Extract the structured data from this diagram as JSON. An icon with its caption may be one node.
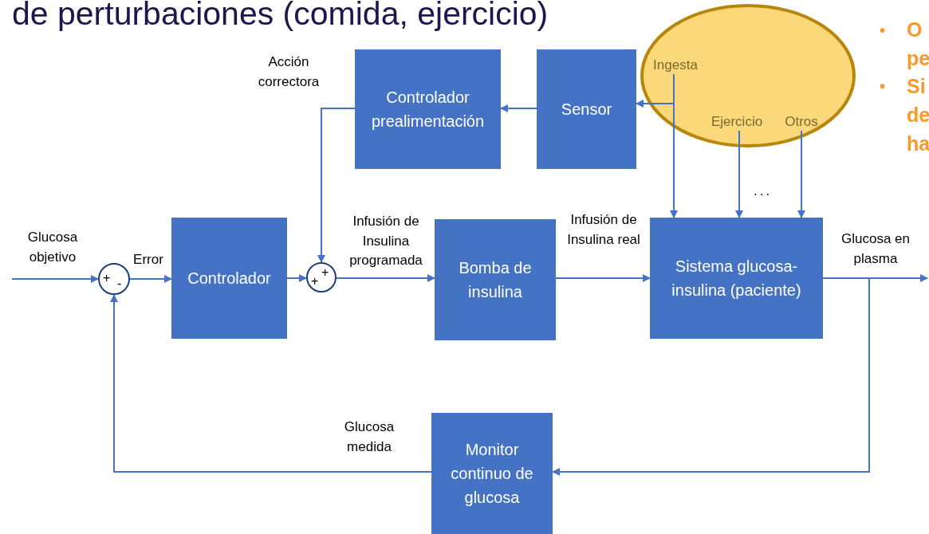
{
  "diagram": {
    "title": "de perturbaciones (comida, ejercicio)",
    "nodes": [
      {
        "text": [
          "Controlador prealimentación"
        ]
      },
      {
        "text": [
          "Sensor"
        ]
      },
      {
        "text": [],
        "shape": "ellipse"
      },
      {
        "text": [
          "Ingesta"
        ],
        "in": 2
      },
      {
        "text": [
          "Ejercicio"
        ],
        "in": 2
      },
      {
        "text": [
          "Otros"
        ],
        "in": 2
      },
      {
        "text": [
          "+",
          "-"
        ]
      },
      {
        "text": [
          "Controlador"
        ]
      },
      {
        "text": [
          "+",
          "+"
        ]
      },
      {
        "text": [
          "Bomba de insulina"
        ]
      },
      {
        "text": [
          "Sistema glucosa-insulina (paciente)"
        ]
      },
      {
        "text": [
          "Monitor continuo de glucosa"
        ]
      }
    ],
    "edges": [
      {
        "from": null,
        "to": 6,
        "arrow": "to",
        "label": "Glucosa objetivo"
      },
      {
        "from": 6,
        "to": 7,
        "arrow": "to",
        "label": "Error"
      },
      {
        "from": 7,
        "to": 8,
        "arrow": "to"
      },
      {
        "from": 8,
        "to": 9,
        "arrow": "to",
        "label": "Infusión de Insulina programada"
      },
      {
        "from": 9,
        "to": 10,
        "arrow": "to",
        "label": "Infusión de Insulina real"
      },
      {
        "from": 10,
        "to": null,
        "arrow": "to",
        "label": "Glucosa en plasma"
      },
      {
        "from": 10,
        "to": 11,
        "arrow": "to"
      },
      {
        "from": 11,
        "to": 6,
        "arrow": "to",
        "label": "Glucosa medida"
      },
      {
        "from": 3,
        "to": 1,
        "arrow": "to"
      },
      {
        "from": 3,
        "to": 10,
        "arrow": "to"
      },
      {
        "from": 4,
        "to": 10,
        "arrow": "to"
      },
      {
        "from": 5,
        "to": 10,
        "arrow": "to"
      },
      {
        "from": 1,
        "to": 0,
        "arrow": "to"
      },
      {
        "from": 0,
        "to": 8,
        "arrow": "to",
        "label": "Acción correctora"
      }
    ],
    "labels": [
      "...",
      "•",
      "O",
      "pe",
      "•",
      "Si",
      "de",
      "ha"
    ]
  }
}
